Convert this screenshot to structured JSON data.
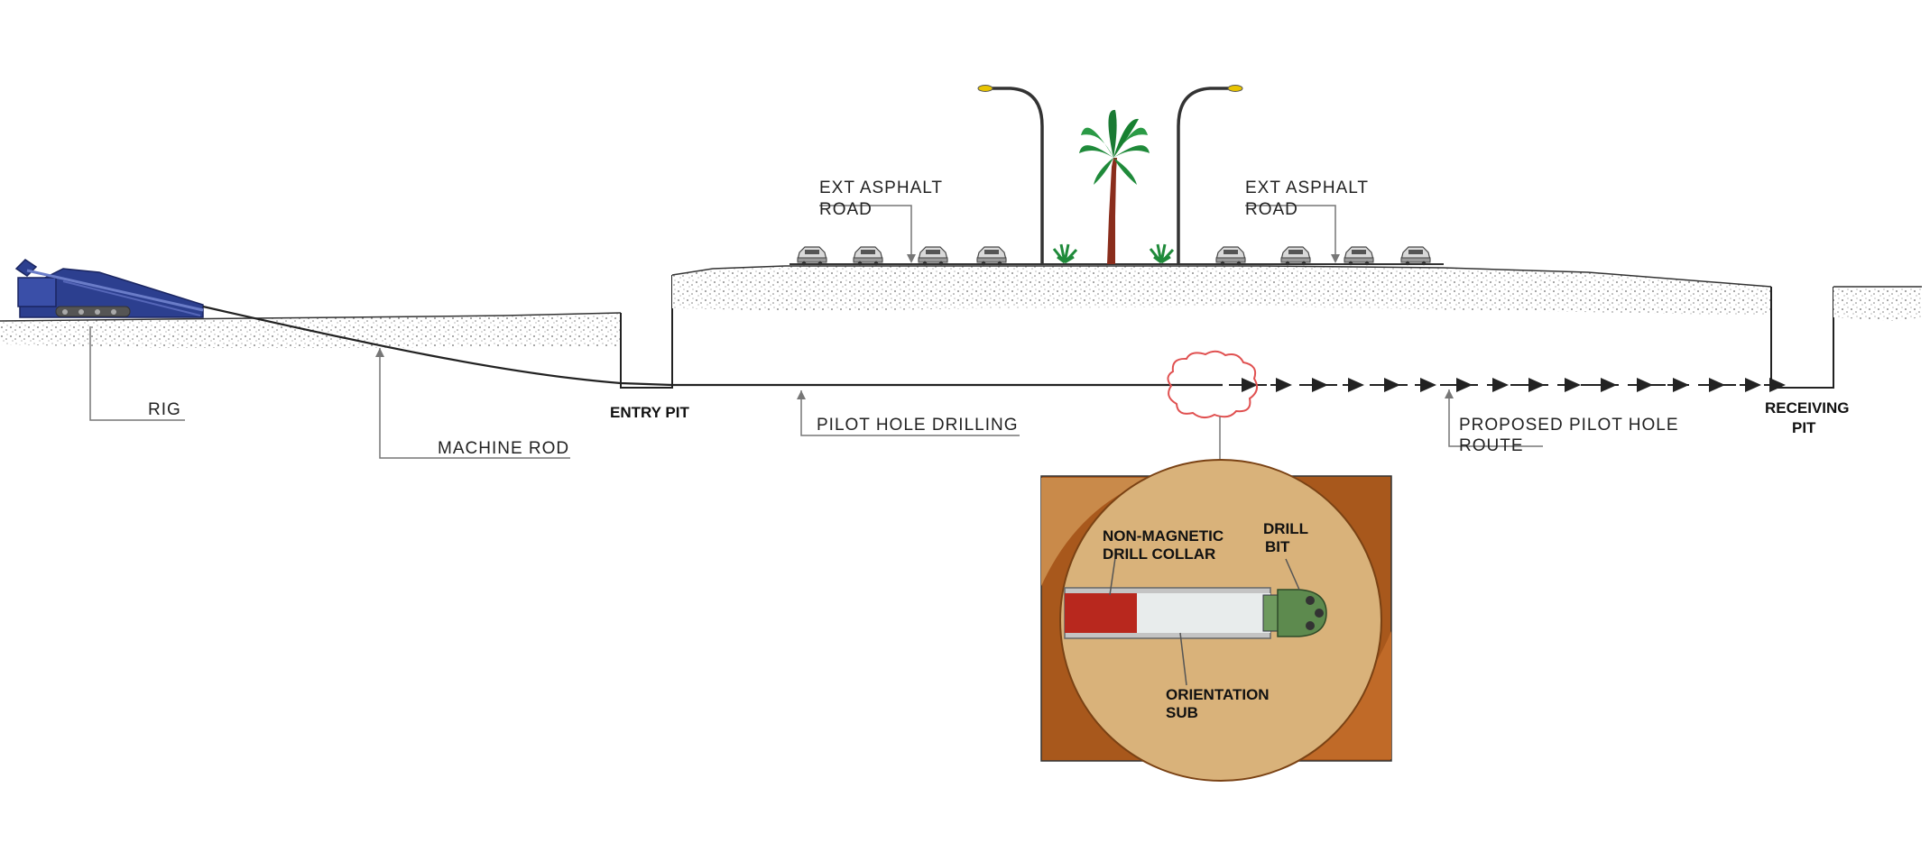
{
  "labels": {
    "rig": "RIG",
    "machine_rod": "MACHINE ROD",
    "entry_pit": "ENTRY PIT",
    "pilot_hole_drilling": "PILOT HOLE DRILLING",
    "proposed_route_line1": "PROPOSED PILOT HOLE",
    "proposed_route_line2": "ROUTE",
    "receiving_pit_line1": "RECEIVING",
    "receiving_pit_line2": "PIT",
    "road_left_line1": "EXT ASPHALT",
    "road_left_line2": "ROAD",
    "road_right_line1": "EXT ASPHALT",
    "road_right_line2": "ROAD"
  },
  "inset": {
    "collar_line1": "NON-MAGNETIC",
    "collar_line2": "DRILL COLLAR",
    "bit_line1": "DRILL",
    "bit_line2": "BIT",
    "sub_line1": "ORIENTATION",
    "sub_line2": "SUB"
  },
  "icons": [
    "drill-rig-icon",
    "car-icon",
    "street-lamp-icon",
    "palm-tree-icon",
    "shrub-icon",
    "arrow-icon"
  ],
  "colors": {
    "rig": "#2c3f8f",
    "palm": "#1f8a3a",
    "inset_bg": "#a8581c",
    "inset_circle": "#d9b27a",
    "collar_red": "#b8281e",
    "bit_green": "#5d8a4e",
    "highlight_cloud": "#e05050"
  }
}
